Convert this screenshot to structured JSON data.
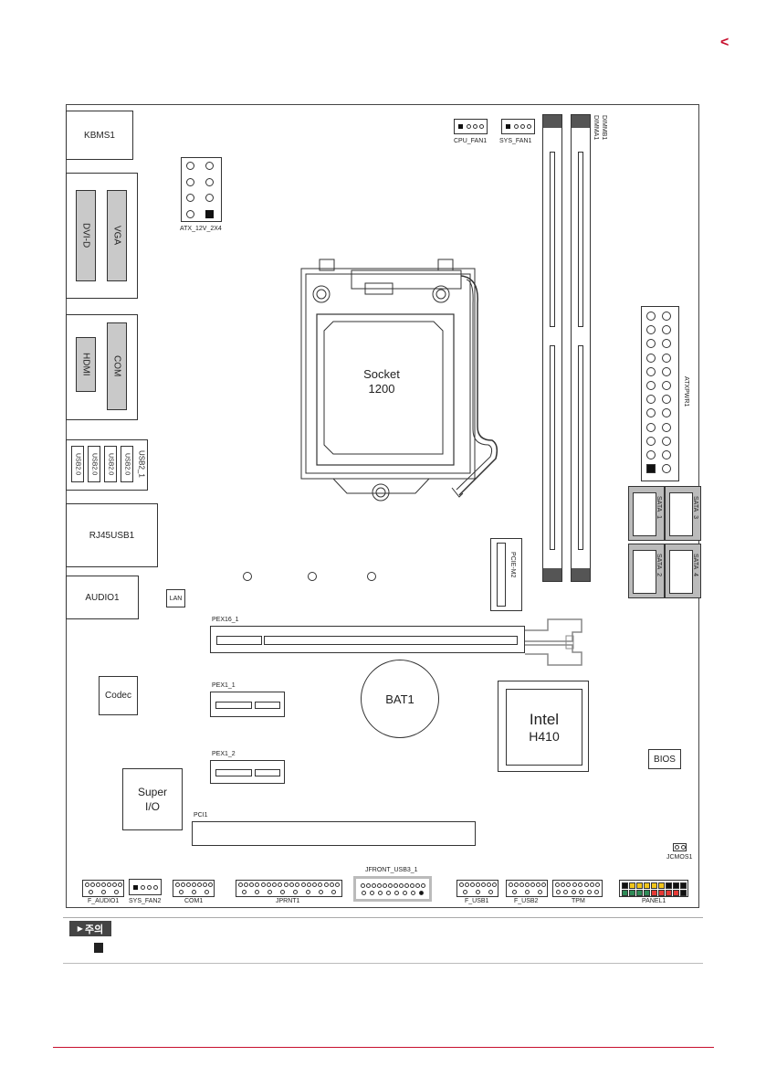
{
  "page": {
    "nav_arrow": "<"
  },
  "rear_io": {
    "kbms": "KBMS1",
    "dvi": "DVI-D",
    "vga": "VGA",
    "hdmi": "HDMI",
    "com": "COM",
    "usb_ports": [
      "USB2.0",
      "USB2.0",
      "USB2.0",
      "USB2.0"
    ],
    "usb_group": "USB2_1",
    "rj45": "RJ45USB1",
    "audio": "AUDIO1"
  },
  "connectors": {
    "atx12v": "ATX_12V_2X4",
    "cpu_fan": "CPU_FAN1",
    "sys_fan1": "SYS_FAN1",
    "dimma": "DIMMA1",
    "dimmb": "DIMMB1",
    "atxpwr": "ATXPWR1",
    "sata1": "SATA_1",
    "sata2": "SATA_2",
    "sata3": "SATA_3",
    "sata4": "SATA_4",
    "m2": "PCIE-M2",
    "lan": "LAN",
    "pex16": "PEX16_1",
    "pex1_1": "PEX1_1",
    "pex1_2": "PEX1_2",
    "pci": "PCI1",
    "jcmos": "JCMOS1",
    "jfront_usb3": "JFRONT_USB3_1"
  },
  "chips": {
    "socket_line1": "Socket",
    "socket_line2": "1200",
    "bat": "BAT1",
    "pch_line1": "Intel",
    "pch_line2": "H410",
    "codec": "Codec",
    "superio_line1": "Super",
    "superio_line2": "I/O",
    "bios": "BIOS"
  },
  "bottom_headers": {
    "f_audio": "F_AUDIO1",
    "sys_fan2": "SYS_FAN2",
    "com1": "COM1",
    "jprnt": "JPRNT1",
    "f_usb1": "F_USB1",
    "f_usb2": "F_USB2",
    "tpm": "TPM",
    "panel": "PANEL1"
  },
  "note": {
    "title": "주의"
  },
  "colors": {
    "accent_red": "#c8102e",
    "panel_pins": [
      "#2e8b57",
      "#f0c419",
      "#e53935",
      "#111111"
    ]
  }
}
